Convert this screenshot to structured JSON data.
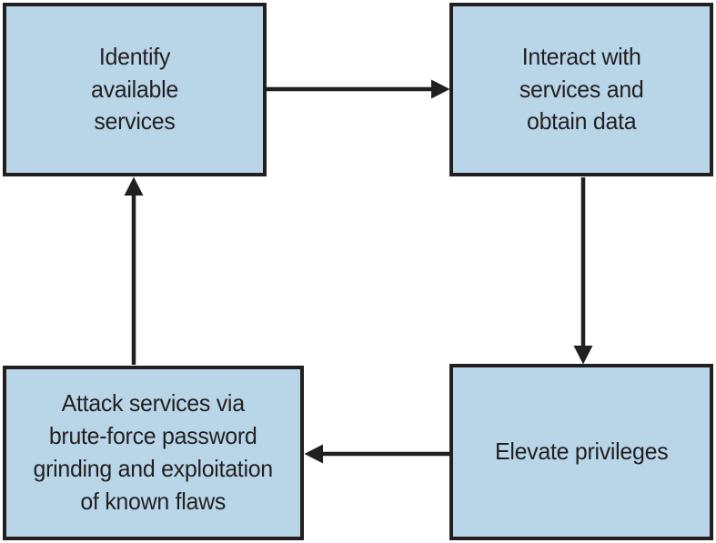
{
  "diagram": {
    "colors": {
      "background": "#ffffff",
      "box_fill": "#b9d6e9",
      "box_border": "#231f20",
      "arrow": "#231f20",
      "text": "#231f20"
    },
    "boxes": [
      {
        "name": "identify-available-services",
        "label": "Identify\navailable\nservices"
      },
      {
        "name": "interact-with-services",
        "label": "Interact with\nservices and\nobtain data"
      },
      {
        "name": "elevate-privileges",
        "label": "Elevate privileges"
      },
      {
        "name": "attack-services",
        "label": "Attack services via\nbrute-force password\ngrinding and exploitation\nof known flaws"
      }
    ],
    "arrows": [
      {
        "name": "arrow-identify-to-interact",
        "from": "identify-available-services",
        "to": "interact-with-services",
        "direction": "right"
      },
      {
        "name": "arrow-interact-to-elevate",
        "from": "interact-with-services",
        "to": "elevate-privileges",
        "direction": "down"
      },
      {
        "name": "arrow-elevate-to-attack",
        "from": "elevate-privileges",
        "to": "attack-services",
        "direction": "left"
      },
      {
        "name": "arrow-attack-to-identify",
        "from": "attack-services",
        "to": "identify-available-services",
        "direction": "up"
      }
    ]
  }
}
